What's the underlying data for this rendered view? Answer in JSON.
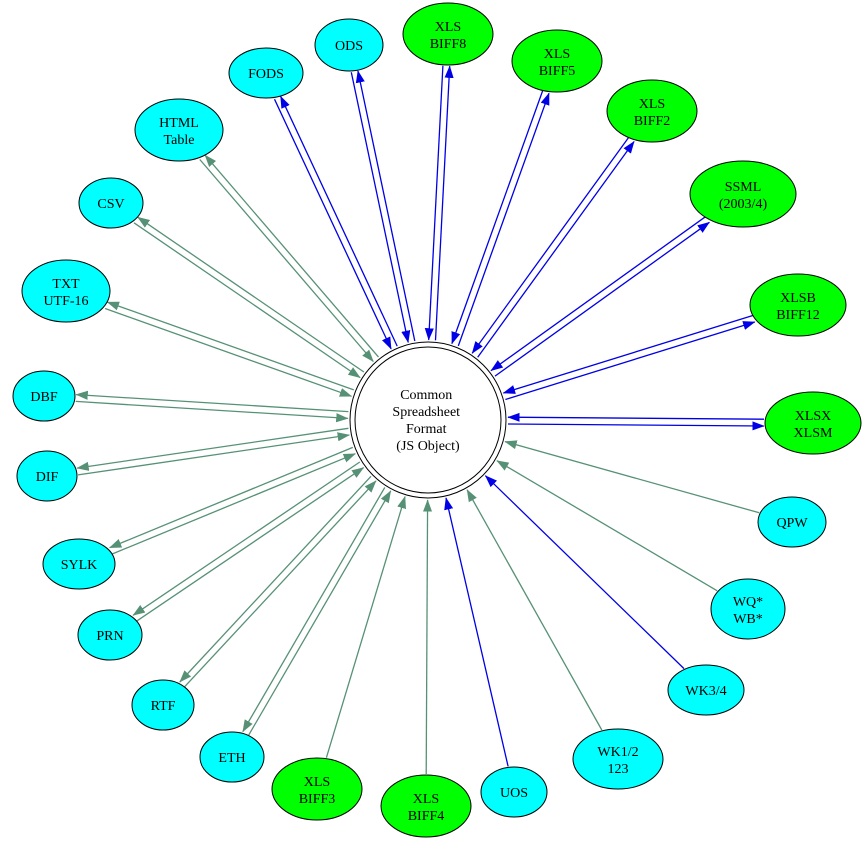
{
  "center": {
    "lines": [
      "Common",
      "Spreadsheet",
      "Format",
      "(JS Object)"
    ]
  },
  "palette": {
    "node_cyan": "#00ffff",
    "node_green": "#00ff00",
    "edge_blue": "#0000e6",
    "edge_green": "#569175"
  },
  "nodes": [
    {
      "id": "ODS",
      "lines": [
        "ODS"
      ],
      "fill": "#00ffff",
      "edge_color": "#0000e6",
      "read": true,
      "write": true
    },
    {
      "id": "XLS BIFF8",
      "lines": [
        "XLS",
        "BIFF8"
      ],
      "fill": "#00ff00",
      "edge_color": "#0000e6",
      "read": true,
      "write": true
    },
    {
      "id": "XLS BIFF5",
      "lines": [
        "XLS",
        "BIFF5"
      ],
      "fill": "#00ff00",
      "edge_color": "#0000e6",
      "read": true,
      "write": true
    },
    {
      "id": "XLS BIFF2",
      "lines": [
        "XLS",
        "BIFF2"
      ],
      "fill": "#00ff00",
      "edge_color": "#0000e6",
      "read": true,
      "write": true
    },
    {
      "id": "SSML",
      "lines": [
        "SSML",
        "(2003/4)"
      ],
      "fill": "#00ff00",
      "edge_color": "#0000e6",
      "read": true,
      "write": true
    },
    {
      "id": "XLSB",
      "lines": [
        "XLSB",
        "BIFF12"
      ],
      "fill": "#00ff00",
      "edge_color": "#0000e6",
      "read": true,
      "write": true
    },
    {
      "id": "XLSX",
      "lines": [
        "XLSX",
        "XLSM"
      ],
      "fill": "#00ff00",
      "edge_color": "#0000e6",
      "read": true,
      "write": true
    },
    {
      "id": "QPW",
      "lines": [
        "QPW"
      ],
      "fill": "#00ffff",
      "edge_color": "#569175",
      "read": true,
      "write": false
    },
    {
      "id": "WQ WB",
      "lines": [
        "WQ*",
        "WB*"
      ],
      "fill": "#00ffff",
      "edge_color": "#569175",
      "read": true,
      "write": false
    },
    {
      "id": "WK3/4",
      "lines": [
        "WK3/4"
      ],
      "fill": "#00ffff",
      "edge_color": "#0000e6",
      "read": true,
      "write": false
    },
    {
      "id": "WK1/2 123",
      "lines": [
        "WK1/2",
        "123"
      ],
      "fill": "#00ffff",
      "edge_color": "#569175",
      "read": true,
      "write": false
    },
    {
      "id": "UOS",
      "lines": [
        "UOS"
      ],
      "fill": "#00ffff",
      "edge_color": "#0000e6",
      "read": true,
      "write": false
    },
    {
      "id": "XLS BIFF4",
      "lines": [
        "XLS",
        "BIFF4"
      ],
      "fill": "#00ff00",
      "edge_color": "#569175",
      "read": true,
      "write": false
    },
    {
      "id": "XLS BIFF3",
      "lines": [
        "XLS",
        "BIFF3"
      ],
      "fill": "#00ff00",
      "edge_color": "#569175",
      "read": true,
      "write": false
    },
    {
      "id": "ETH",
      "lines": [
        "ETH"
      ],
      "fill": "#00ffff",
      "edge_color": "#569175",
      "read": true,
      "write": true
    },
    {
      "id": "RTF",
      "lines": [
        "RTF"
      ],
      "fill": "#00ffff",
      "edge_color": "#569175",
      "read": true,
      "write": true
    },
    {
      "id": "PRN",
      "lines": [
        "PRN"
      ],
      "fill": "#00ffff",
      "edge_color": "#569175",
      "read": true,
      "write": true
    },
    {
      "id": "SYLK",
      "lines": [
        "SYLK"
      ],
      "fill": "#00ffff",
      "edge_color": "#569175",
      "read": true,
      "write": true
    },
    {
      "id": "DIF",
      "lines": [
        "DIF"
      ],
      "fill": "#00ffff",
      "edge_color": "#569175",
      "read": true,
      "write": true
    },
    {
      "id": "DBF",
      "lines": [
        "DBF"
      ],
      "fill": "#00ffff",
      "edge_color": "#569175",
      "read": true,
      "write": true
    },
    {
      "id": "TXT UTF-16",
      "lines": [
        "TXT",
        "UTF-16"
      ],
      "fill": "#00ffff",
      "edge_color": "#569175",
      "read": true,
      "write": true
    },
    {
      "id": "CSV",
      "lines": [
        "CSV"
      ],
      "fill": "#00ffff",
      "edge_color": "#569175",
      "read": true,
      "write": true
    },
    {
      "id": "HTML Table",
      "lines": [
        "HTML",
        "Table"
      ],
      "fill": "#00ffff",
      "edge_color": "#569175",
      "read": true,
      "write": true
    },
    {
      "id": "FODS",
      "lines": [
        "FODS"
      ],
      "fill": "#00ffff",
      "edge_color": "#0000e6",
      "read": true,
      "write": true
    }
  ]
}
